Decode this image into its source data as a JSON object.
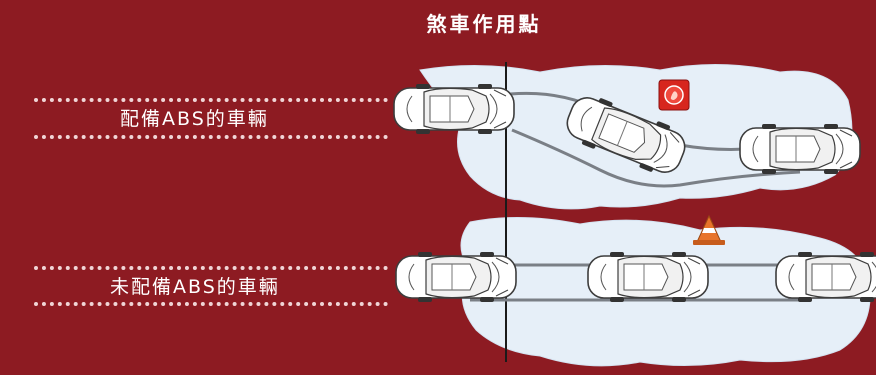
{
  "title": "煞車作用點",
  "rows": [
    {
      "label": "配備ABS的車輛"
    },
    {
      "label": "未配備ABS的車輛"
    }
  ],
  "icons": [
    "fire-warning-icon",
    "traffic-cone-icon"
  ],
  "colors": {
    "background": "#8d1b22",
    "snow": "#e6eff8",
    "track": "#7a7f86",
    "car_body": "#ffffff",
    "warning": "#d7261e",
    "cone": "#e8742a"
  }
}
